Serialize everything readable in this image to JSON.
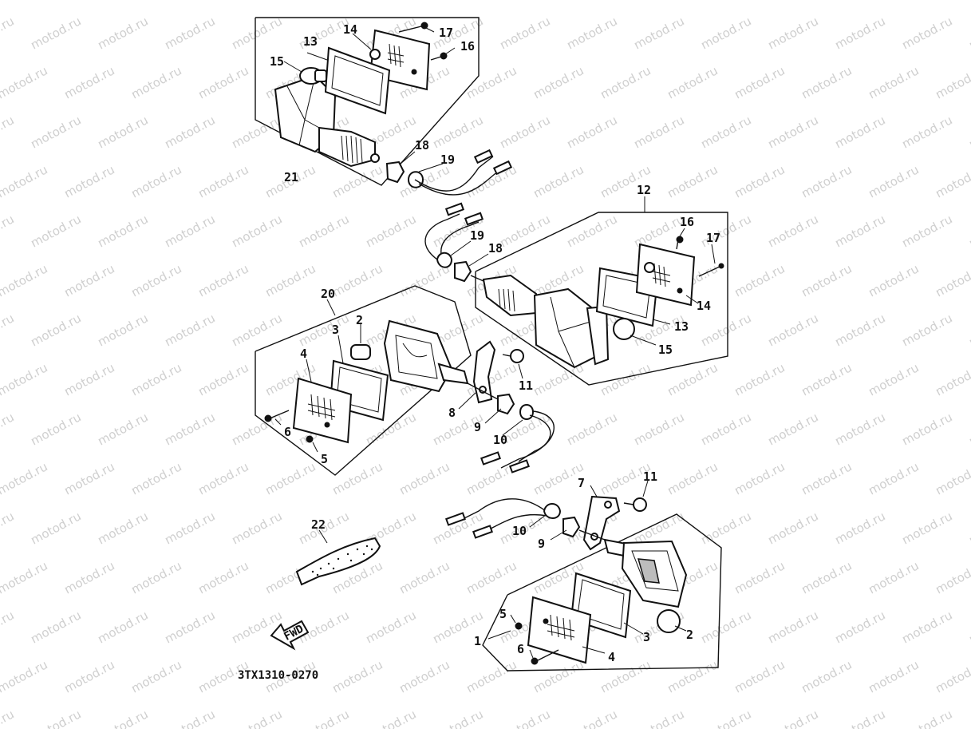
{
  "watermark": "motod.ru",
  "diagram_code": "3TX1310-0270",
  "fwd_label": "FWD",
  "callouts": {
    "c21": "21",
    "c13a": "13",
    "c14a": "14",
    "c15a": "15",
    "c16a": "16",
    "c17a": "17",
    "c18a": "18",
    "c19a": "19",
    "c12": "12",
    "c16b": "16",
    "c17b": "17",
    "c19b": "19",
    "c18b": "18",
    "c14b": "14",
    "c13b": "13",
    "c15b": "15",
    "c20": "20",
    "c3a": "3",
    "c2a": "2",
    "c4a": "4",
    "c6a": "6",
    "c5a": "5",
    "c8": "8",
    "c9a": "9",
    "c10a": "10",
    "c11a": "11",
    "c7": "7",
    "c11b": "11",
    "c10b": "10",
    "c9b": "9",
    "c22": "22",
    "c5b": "5",
    "c6b": "6",
    "c1": "1",
    "c4b": "4",
    "c3b": "3",
    "c2b": "2"
  }
}
